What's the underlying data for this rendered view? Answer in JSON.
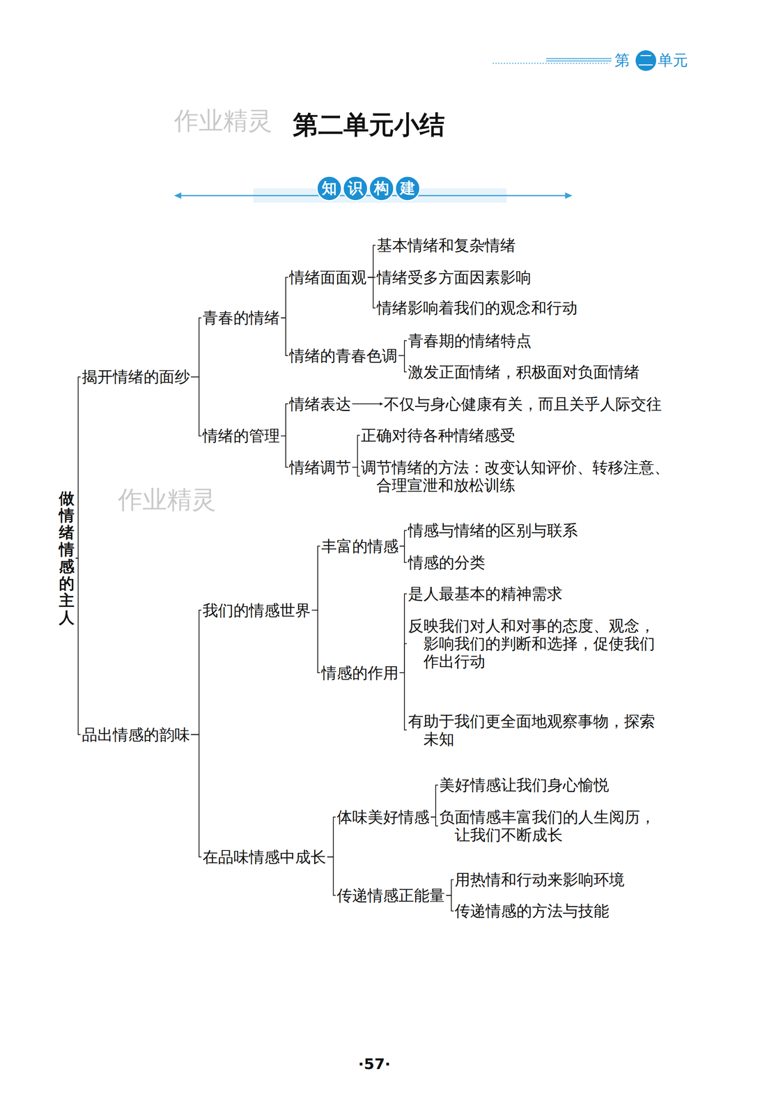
{
  "diagram": {
    "title": "第二单元小结",
    "nodes": [
      {
        "text": [
          "做情绪情感的主人"
        ]
      },
      {
        "text": [
          "揭开情绪的面纱"
        ]
      },
      {
        "text": [
          "青春的情绪"
        ]
      },
      {
        "text": [
          "情绪面面观"
        ]
      },
      {
        "text": [
          "基本情绪和复杂情绪"
        ]
      },
      {
        "text": [
          "情绪受多方面因素影响"
        ]
      },
      {
        "text": [
          "情绪影响着我们的观念和行动"
        ]
      },
      {
        "text": [
          "情绪的青春色调"
        ]
      },
      {
        "text": [
          "青春期的情绪特点"
        ]
      },
      {
        "text": [
          "激发正面情绪，积极面对负面情绪"
        ]
      },
      {
        "text": [
          "情绪的管理"
        ]
      },
      {
        "text": [
          "情绪表达"
        ]
      },
      {
        "text": [
          "不仅与身心健康有关，而且关乎人际交往"
        ]
      },
      {
        "text": [
          "情绪调节"
        ]
      },
      {
        "text": [
          "正确对待各种情绪感受"
        ]
      },
      {
        "text": [
          "调节情绪的方法：改变认知评价、转移注意、合理宣泄和放松训练"
        ]
      },
      {
        "text": [
          "品出情感的韵味"
        ]
      },
      {
        "text": [
          "我们的情感世界"
        ]
      },
      {
        "text": [
          "丰富的情感"
        ]
      },
      {
        "text": [
          "情感与情绪的区别与联系"
        ]
      },
      {
        "text": [
          "情感的分类"
        ]
      },
      {
        "text": [
          "情感的作用"
        ]
      },
      {
        "text": [
          "是人最基本的精神需求"
        ]
      },
      {
        "text": [
          "反映我们对人和对事的态度、观念，影响我们的判断和选择，促使我们作出行动"
        ]
      },
      {
        "text": [
          "有助于我们更全面地观察事物，探索未知"
        ]
      },
      {
        "text": [
          "在品味情感中成长"
        ]
      },
      {
        "text": [
          "体味美好情感"
        ]
      },
      {
        "text": [
          "美好情感让我们身心愉悦"
        ]
      },
      {
        "text": [
          "负面情感丰富我们的人生阅历，让我们不断成长"
        ]
      },
      {
        "text": [
          "传递情感正能量"
        ]
      },
      {
        "text": [
          "用热情和行动来影响环境"
        ]
      },
      {
        "text": [
          "传递情感的方法与技能"
        ]
      }
    ],
    "edges": [
      {
        "from": 0,
        "to": 1,
        "arrow": "none"
      },
      {
        "from": 0,
        "to": 16,
        "arrow": "none"
      },
      {
        "from": 1,
        "to": 2,
        "arrow": "none"
      },
      {
        "from": 1,
        "to": 10,
        "arrow": "none"
      },
      {
        "from": 2,
        "to": 3,
        "arrow": "none"
      },
      {
        "from": 2,
        "to": 7,
        "arrow": "none"
      },
      {
        "from": 3,
        "to": 4,
        "arrow": "none"
      },
      {
        "from": 3,
        "to": 5,
        "arrow": "none"
      },
      {
        "from": 3,
        "to": 6,
        "arrow": "none"
      },
      {
        "from": 7,
        "to": 8,
        "arrow": "none"
      },
      {
        "from": 7,
        "to": 9,
        "arrow": "none"
      },
      {
        "from": 10,
        "to": 11,
        "arrow": "none"
      },
      {
        "from": 10,
        "to": 13,
        "arrow": "none"
      },
      {
        "from": 11,
        "to": 12,
        "arrow": "to"
      },
      {
        "from": 13,
        "to": 14,
        "arrow": "none"
      },
      {
        "from": 13,
        "to": 15,
        "arrow": "none"
      },
      {
        "from": 16,
        "to": 17,
        "arrow": "none"
      },
      {
        "from": 16,
        "to": 25,
        "arrow": "none"
      },
      {
        "from": 17,
        "to": 18,
        "arrow": "none"
      },
      {
        "from": 17,
        "to": 21,
        "arrow": "none"
      },
      {
        "from": 18,
        "to": 19,
        "arrow": "none"
      },
      {
        "from": 18,
        "to": 20,
        "arrow": "none"
      },
      {
        "from": 21,
        "to": 22,
        "arrow": "none"
      },
      {
        "from": 21,
        "to": 23,
        "arrow": "none"
      },
      {
        "from": 21,
        "to": 24,
        "arrow": "none"
      },
      {
        "from": 25,
        "to": 26,
        "arrow": "none"
      },
      {
        "from": 25,
        "to": 29,
        "arrow": "none"
      },
      {
        "from": 26,
        "to": 27,
        "arrow": "none"
      },
      {
        "from": 26,
        "to": 28,
        "arrow": "none"
      },
      {
        "from": 29,
        "to": 30,
        "arrow": "none"
      },
      {
        "from": 29,
        "to": 31,
        "arrow": "none"
      }
    ],
    "labels": [
      "第",
      "二",
      "单元",
      "作业精灵",
      "知识构建",
      "作业精灵",
      "·57·"
    ]
  }
}
